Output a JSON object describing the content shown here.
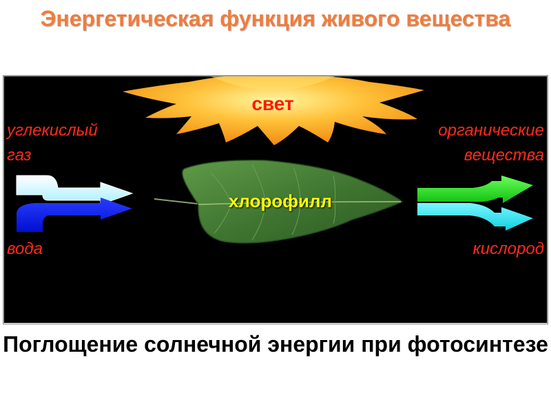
{
  "title": "Энергетическая функция живого вещества",
  "labels": {
    "light": "свет",
    "co2_line1": "углекислый",
    "co2_line2": "газ",
    "water": "вода",
    "organic_line1": "органические",
    "organic_line2": "вещества",
    "oxygen": "кислород",
    "chlorophyll": "хлорофилл"
  },
  "caption": "Поглощение солнечной энергии при фотосинтезе",
  "colors": {
    "title": "#f07c3c",
    "labels": "#ff2a1a",
    "chlorophyll_text": "#ffff00",
    "co2_arrow": "#c8f8ff",
    "water_arrow": "#0a1cff",
    "organic_arrow": "#22ee22",
    "oxygen_arrow": "#22e8f0",
    "sun": "#ffb020",
    "leaf": "#3f7a30"
  }
}
